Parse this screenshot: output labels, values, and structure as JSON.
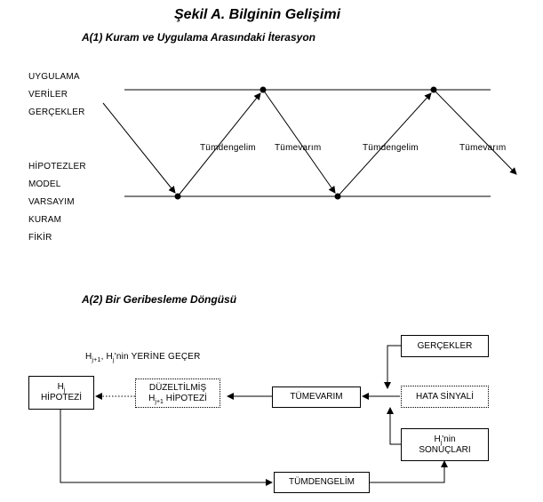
{
  "title": "Şekil A. Bilginin Gelişimi",
  "section1": {
    "heading": "A(1) Kuram ve Uygulama Arasındaki İterasyon",
    "upper_labels": [
      "UYGULAMA",
      "VERİLER",
      "GERÇEKLER"
    ],
    "lower_labels": [
      "HİPOTEZLER",
      "MODEL",
      "VARSAYIM",
      "KURAM",
      "FİKİR"
    ],
    "arrow_labels": {
      "deduction_1": "Tümdengelim",
      "induction_1": "Tümevarım",
      "deduction_2": "Tümdengelim",
      "induction_2": "Tümevarım"
    }
  },
  "section2": {
    "heading": "A(2) Bir Geribesleme Döngüsü",
    "replace_note": {
      "h": "H",
      "sub1": "j+1",
      "mid": ", H",
      "sub2": "j",
      "rest": "'nin YERİNE GEÇER"
    },
    "boxes": {
      "hypothesis": {
        "l1a": "H",
        "l1sub": "j",
        "l2": "HİPOTEZİ"
      },
      "revised": {
        "l1": "DÜZELTİLMİŞ",
        "l2a": "H",
        "l2sub": "j+1",
        "l2b": " HİPOTEZİ"
      },
      "induction": "TÜMEVARIM",
      "facts": "GERÇEKLER",
      "error": "HATA SİNYALİ",
      "results": {
        "l1a": "H",
        "l1sub": "j",
        "l1b": "'nin",
        "l2": "SONUÇLARI"
      },
      "deduction": "TÜMDENGELİM"
    }
  }
}
